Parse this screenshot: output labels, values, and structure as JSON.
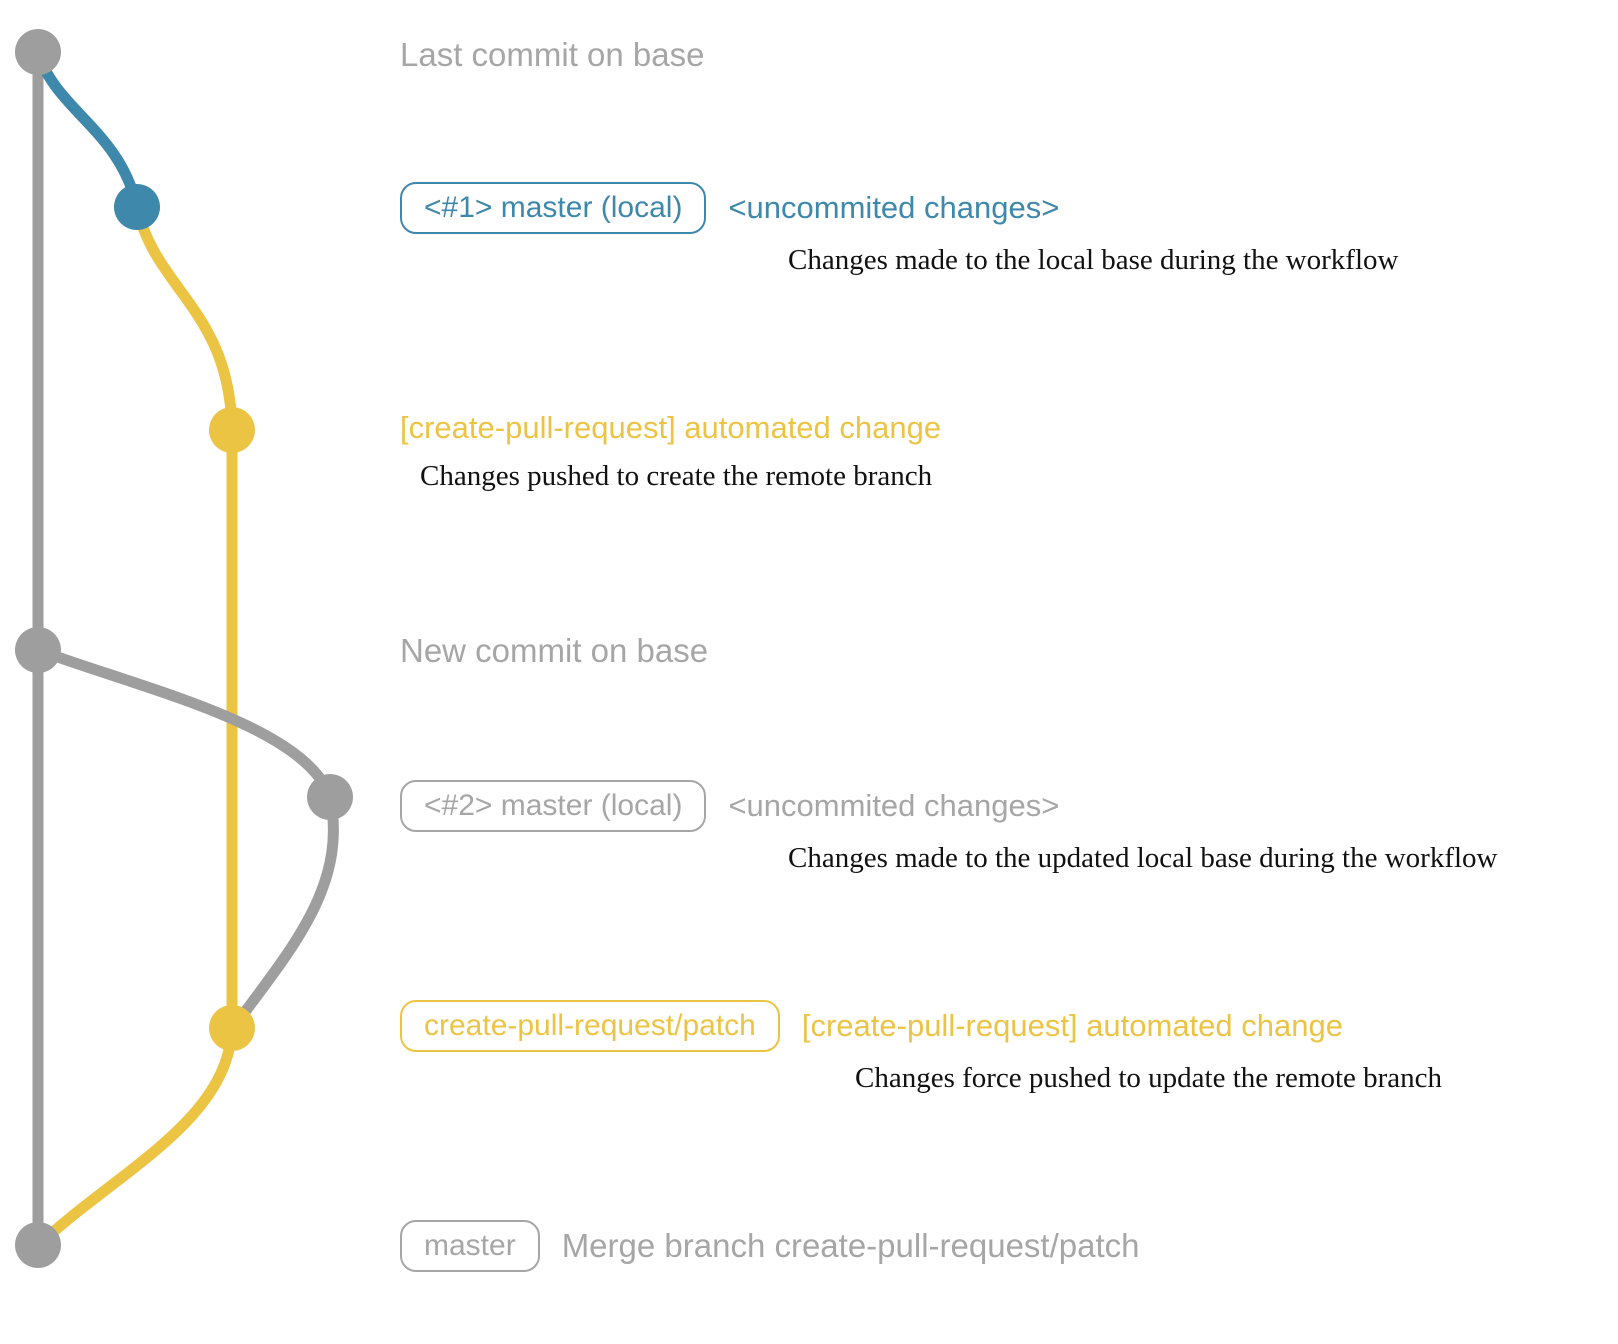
{
  "colors": {
    "gray": "#9e9e9e",
    "text_gray": "#a6a6a6",
    "blue": "#3e88ab",
    "yellow": "#ecc444",
    "black": "#111111"
  },
  "graph": {
    "branches": [
      "base",
      "master-local-1",
      "create-pull-request-patch",
      "master-local-2"
    ],
    "commit_count": 7
  },
  "annotations": {
    "last_commit": {
      "label": "Last commit on base"
    },
    "row1": {
      "badge": "<#1> master (local)",
      "message": "<uncommited changes>",
      "description": "Changes made to the local base during the workflow"
    },
    "row2": {
      "message": "[create-pull-request] automated change",
      "description": "Changes pushed to create the remote branch"
    },
    "new_commit": {
      "label": "New commit on base"
    },
    "row3": {
      "badge": "<#2> master (local)",
      "message": "<uncommited changes>",
      "description": "Changes made to the updated local base during the workflow"
    },
    "row4": {
      "badge": "create-pull-request/patch",
      "message": "[create-pull-request] automated change",
      "description": "Changes force pushed to update the remote branch"
    },
    "row5": {
      "badge": "master",
      "message": "Merge branch create-pull-request/patch"
    }
  }
}
